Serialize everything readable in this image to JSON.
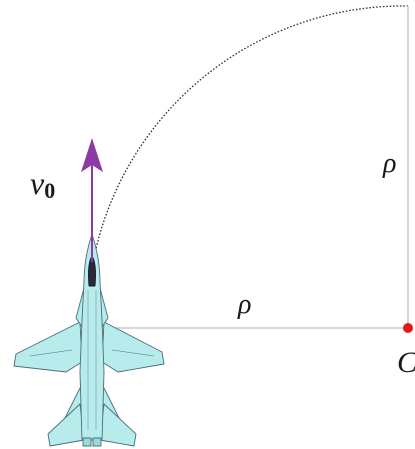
{
  "labels": {
    "velocity_symbol": "v",
    "velocity_subscript": "0",
    "radius_horizontal": "ρ",
    "radius_vertical": "ρ",
    "center_point": "C"
  },
  "colors": {
    "radius_line": "#c8c8c8",
    "arc": "#333333",
    "velocity_arrow": "#8e3aa6",
    "center_dot": "#e01b1b",
    "aircraft_fill": "#b8ecec",
    "aircraft_outline": "#4a6e78"
  },
  "icons": {
    "aircraft": "fighter-jet-top-view-icon"
  }
}
